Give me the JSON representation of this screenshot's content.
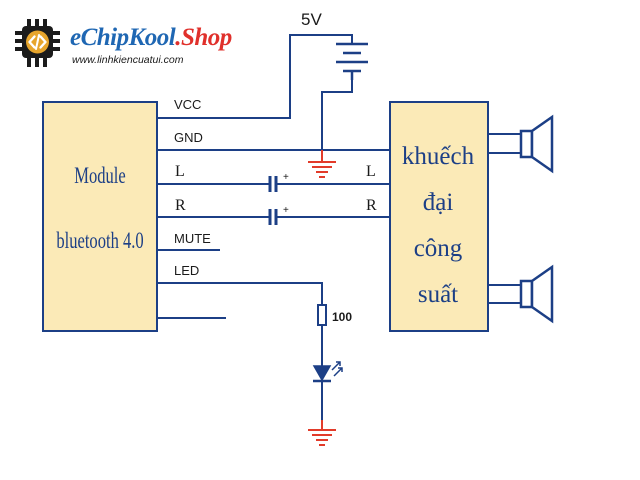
{
  "brand": {
    "name_part1": "eChipKool",
    "name_part2": ".Shop",
    "url": "www.linhkiencuatui.com",
    "logo_icon": "chip-code-icon",
    "colors": {
      "blue": "#1f67b3",
      "red": "#e0302b",
      "green": "#2aa84a",
      "chip": "#1b1b1b"
    }
  },
  "diagram": {
    "supply_label": "5V",
    "module_label_line1": "Module",
    "module_label_line2": "bluetooth 4.0",
    "pins": {
      "vcc": "VCC",
      "gnd": "GND",
      "l": "L",
      "r": "R",
      "mute": "MUTE",
      "led": "LED"
    },
    "amp_inputs": {
      "l": "L",
      "r": "R"
    },
    "amp_label_lines": [
      "khuếch",
      "đại",
      "công",
      "suất"
    ],
    "resistor_label": "100",
    "capacitor_polarity": "+",
    "colors": {
      "block_fill": "#fbeab7",
      "wire": "#1c3f86",
      "ground": "#e23b2a",
      "component": "#1c3f86"
    }
  }
}
